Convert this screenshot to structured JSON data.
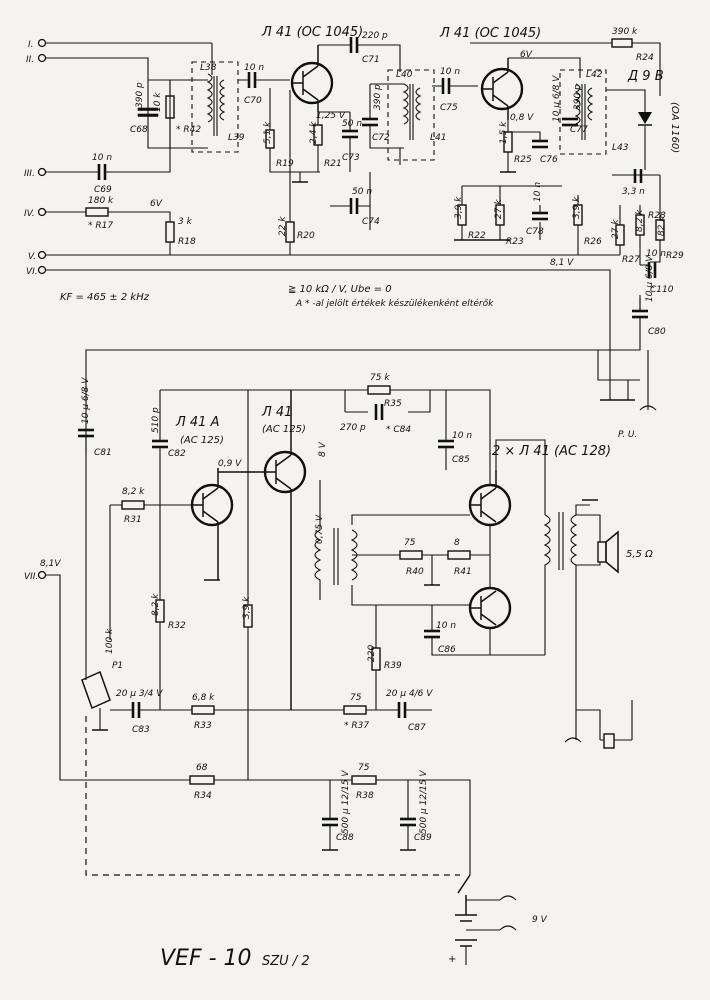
{
  "inputs": {
    "I": "I.",
    "II": "II.",
    "III": "III.",
    "IV": "IV.",
    "V": "V.",
    "VI": "VI.",
    "VII": "VII."
  },
  "transistors": {
    "t1": "Л 41 (OC 1045)",
    "t2": "Л 41 (OC 1045)",
    "t3_a": "Л 41 A",
    "t3_b": "(AC 125)",
    "t4_a": "Л 41",
    "t4_b": "(AC 125)",
    "push_pull": "2 × Л 41 (AC 128)"
  },
  "voltages": {
    "v6_top": "6V",
    "v1_25": "1,25 V",
    "v0_8": "0,8 V",
    "v6_iv": "6V",
    "v8_1": "8,1 V",
    "v0_9": "0,9 V",
    "v8": "8 V",
    "v0_75": "0,75 V",
    "v8_1_vii": "8,1V",
    "v9": "9 V"
  },
  "resistors": {
    "R42": "10 k",
    "R42_n": "* R42",
    "R19": "5,1 k",
    "R19_n": "R19",
    "R21": "2,4 k",
    "R21_n": "R21",
    "R20": "22 k",
    "R20_n": "R20",
    "R18": "3 k",
    "R18_n": "R18",
    "R17": "180 k",
    "R17_n": "* R17",
    "R24": "390 k",
    "R24_n": "R24",
    "R25": "1,5 k",
    "R25_n": "R25",
    "R22": "3,9 k",
    "R22_n": "R22",
    "R23": "27 k",
    "R23_n": "R23",
    "R26": "3,9 k",
    "R26_n": "R26",
    "R27": "27 k",
    "R27_n": "R27",
    "R28": "8,2 k",
    "R28_n": "R28",
    "R29": "82 k",
    "R29_n": "R29",
    "R35": "75 k",
    "R35_n": "R35",
    "R31": "8,2 k",
    "R31_n": "R31",
    "R32": "8,2 k",
    "R32_n": "R32",
    "R36": "3,9 k",
    "R40": "75",
    "R40_n": "R40",
    "R41": "8",
    "R41_n": "R41",
    "R39": "220",
    "R39_n": "R39",
    "R33": "6,8 k",
    "R33_n": "R33",
    "R37": "75",
    "R37_n": "* R37",
    "R34": "68",
    "R34_n": "R34",
    "R38": "75",
    "R38_n": "R38",
    "P1": "100 k",
    "P1_n": "P1"
  },
  "capacitors": {
    "C71": "220 p",
    "C71_n": "C71",
    "C70": "10 n",
    "C70_n": "C70",
    "C68": "390 p",
    "C68_n": "C68",
    "C73": "50 n",
    "C73_n": "C73",
    "C72": "390 p",
    "C72_n": "C72",
    "C74": "50 n",
    "C74_n": "C74",
    "C69": "10 n",
    "C69_n": "C69",
    "C75": "10 n",
    "C75_n": "C75",
    "C76": "10 µ 6/8 V",
    "C76_n": "C76",
    "C77": "390 p",
    "C77_n": "C77",
    "C78": "10 n",
    "C78_n": "C78",
    "C79": "3,3 n",
    "C110": "10 n",
    "C110_n": "C110",
    "C80": "10 µ 6/8 V",
    "C80_n": "C80",
    "C81": "10 µ 6/8 V",
    "C81_n": "C81",
    "C82": "510 p",
    "C82_n": "C82",
    "C84": "270 p",
    "C84_n": "* C84",
    "C85": "10 n",
    "C85_n": "C85",
    "C86": "10 n",
    "C86_n": "C86",
    "C83": "20 µ 3/4 V",
    "C83_n": "C83",
    "C87": "20 µ 4/6 V",
    "C87_n": "C87",
    "C88": "500 µ 12/15 V",
    "C88_n": "C88",
    "C89": "500 µ 12/15 V",
    "C89_n": "C89"
  },
  "coils": {
    "L38": "L38",
    "L39": "L39",
    "L40": "L40",
    "L41": "L41",
    "L42": "L42",
    "L43": "L43"
  },
  "diode": {
    "name": "Д 9 B",
    "type": "(OA 1160)"
  },
  "notes": {
    "kf": "KF = 465 ± 2 kHz",
    "ohm": "≧ 10 kΩ / V,  Ube = 0",
    "star": "A * -al jelölt értékek készülékenként eltérők"
  },
  "speaker": "5,5 Ω",
  "pu": "P. U.",
  "battery": "9 V",
  "title": "VEF - 10",
  "subtitle": "SZU / 2"
}
